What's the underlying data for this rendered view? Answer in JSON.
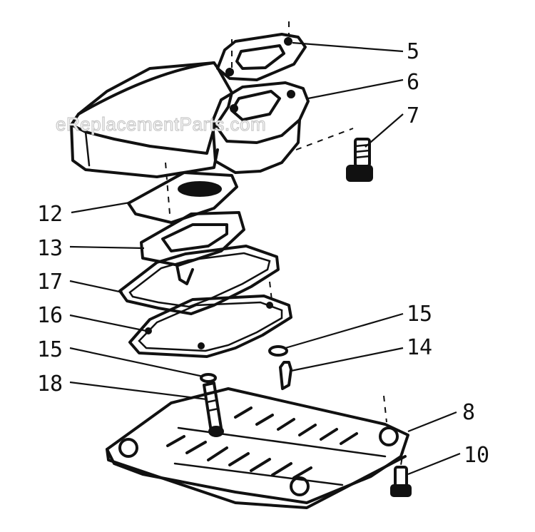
{
  "watermark": "eReplacementParts.com",
  "callouts": [
    "5",
    "6",
    "7",
    "12",
    "13",
    "17",
    "16",
    "15",
    "14",
    "18",
    "8",
    "10"
  ],
  "parts": [
    "muffler-body",
    "exhaust-gasket",
    "exhaust-flange",
    "bolt",
    "heat-shield",
    "spark-arrestor-screen",
    "gasket-ring",
    "muffler-plate",
    "washer",
    "screw",
    "stud",
    "base-plate",
    "bolt"
  ]
}
